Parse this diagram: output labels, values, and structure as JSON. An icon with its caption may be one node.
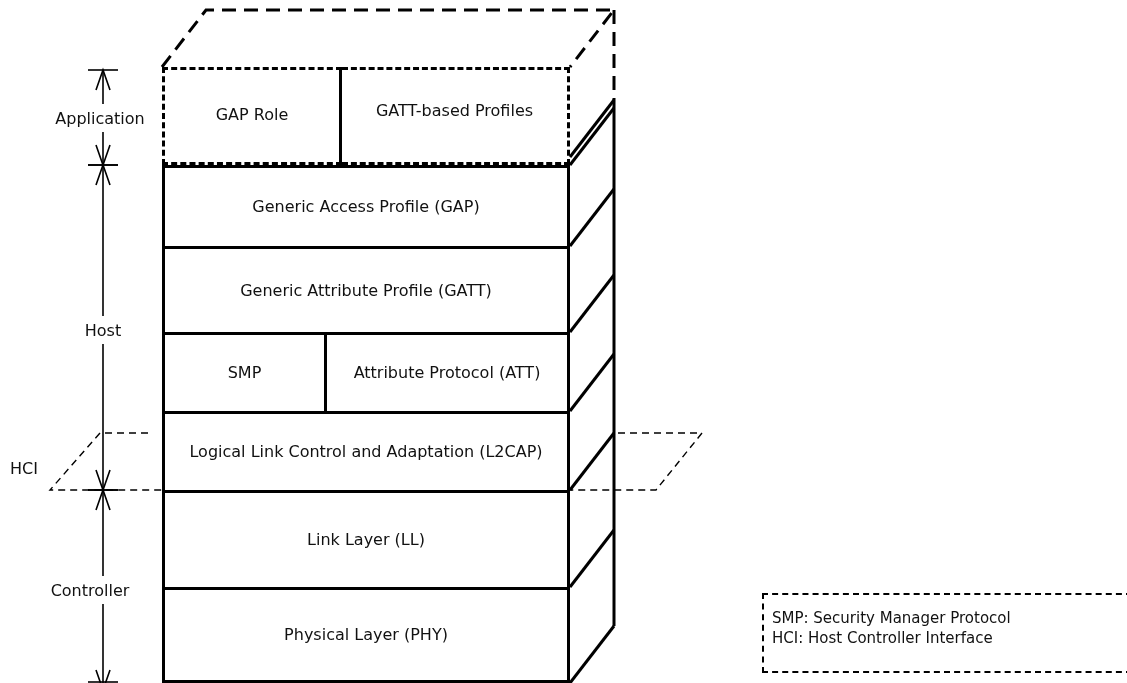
{
  "diagram": {
    "nodes": [
      {
        "text": [
          "GAP Role"
        ]
      },
      {
        "text": [
          "GATT-based Profiles"
        ]
      },
      {
        "text": [
          "Generic Access Profile (GAP)"
        ]
      },
      {
        "text": [
          "Generic Attribute Profile (GATT)"
        ]
      },
      {
        "text": [
          "SMP"
        ]
      },
      {
        "text": [
          "Attribute Protocol (ATT)"
        ]
      },
      {
        "text": [
          "Logical Link Control and Adaptation (L2CAP)"
        ]
      },
      {
        "text": [
          "Link Layer (LL)"
        ]
      },
      {
        "text": [
          "Physical Layer (PHY)"
        ]
      },
      {
        "text": [
          "SMP: Security Manager Protocol",
          "HCI: Host Controller Interface"
        ]
      }
    ],
    "labels": [
      "Application",
      "Host",
      "HCI",
      "Controller"
    ]
  }
}
